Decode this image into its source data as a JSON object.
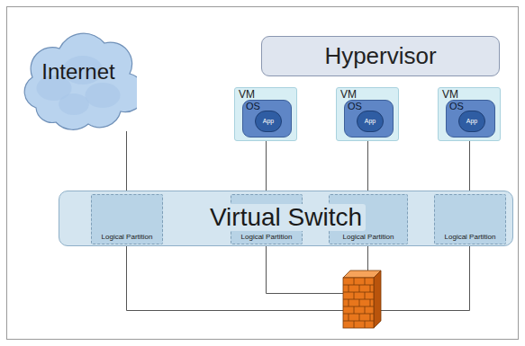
{
  "diagram": {
    "nodes": [
      {
        "text": [
          "Hypervisor"
        ]
      },
      {
        "text": [
          "Internet"
        ]
      },
      {
        "text": [
          "VM"
        ]
      },
      {
        "text": [
          "OS"
        ],
        "in": 2
      },
      {
        "text": [
          "App"
        ],
        "in": 3
      },
      {
        "text": [
          "VM"
        ]
      },
      {
        "text": [
          "OS"
        ],
        "in": 5
      },
      {
        "text": [
          "App"
        ],
        "in": 6
      },
      {
        "text": [
          "VM"
        ]
      },
      {
        "text": [
          "OS"
        ],
        "in": 8
      },
      {
        "text": [
          "App"
        ],
        "in": 9
      },
      {
        "text": [
          "Virtual Switch"
        ]
      },
      {
        "text": [
          "Logical Partition"
        ],
        "in": 11
      },
      {
        "text": [
          "Logical Partition"
        ],
        "in": 11
      },
      {
        "text": [
          "Logical Partition"
        ],
        "in": 11
      },
      {
        "text": [
          "Logical Partition"
        ],
        "in": 11
      }
    ],
    "edges": [
      {
        "from": 1,
        "to": 11,
        "arrow": "none"
      },
      {
        "from": 2,
        "to": 11,
        "arrow": "none"
      },
      {
        "from": 5,
        "to": 11,
        "arrow": "none"
      },
      {
        "from": 8,
        "to": 11,
        "arrow": "none"
      }
    ]
  }
}
